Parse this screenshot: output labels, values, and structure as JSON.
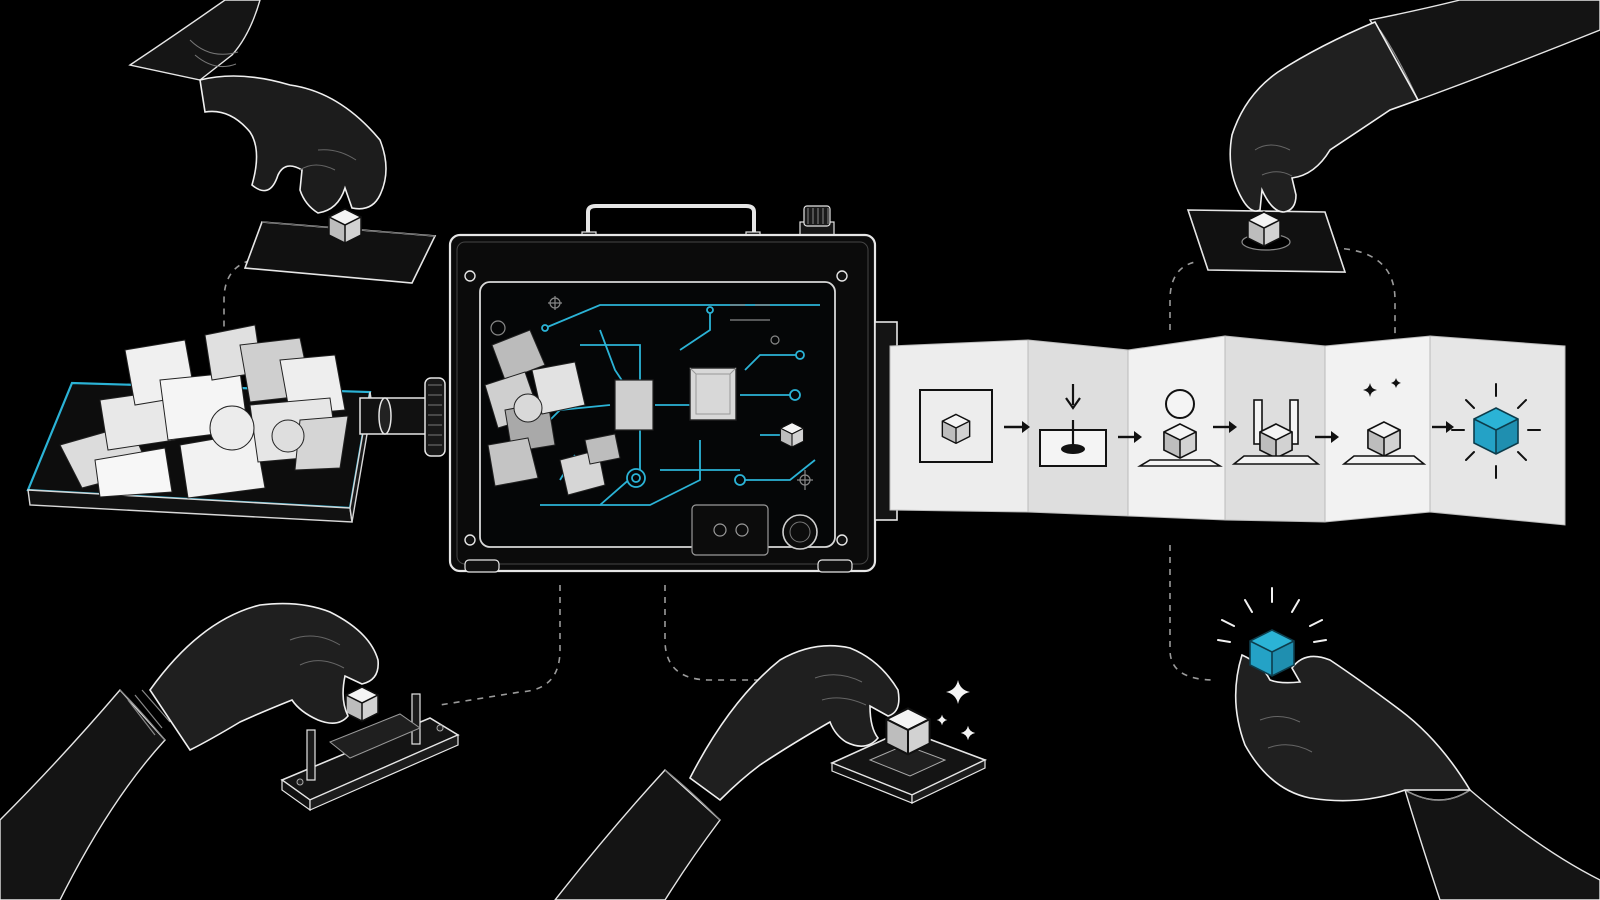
{
  "palette": {
    "background": "#000000",
    "line": "#f2f2f2",
    "line_dim": "#8a8a8a",
    "accent": "#2bb3d6",
    "paper": "#ededed",
    "machine_body": "#0b0b0b",
    "screen": "#050607"
  },
  "icons": [
    "hand-icon",
    "cube-icon",
    "paper-sheet-icon",
    "tray-icon",
    "machine-icon",
    "circuit-icon",
    "gear-icon",
    "arrow-right-icon",
    "sparkle-icon",
    "peg-board-icon",
    "folded-strip-icon"
  ],
  "process_strip": {
    "step_icons": [
      "framed-cube-icon",
      "drop-into-hole-icon",
      "sphere-on-cube-icon",
      "pillars-on-cube-icon",
      "sparkling-cube-icon",
      "glowing-blue-cube-icon"
    ]
  },
  "hands": [
    "hand-top-left-placing-cube",
    "hand-top-right-pressing-cube",
    "hand-bottom-left-stacking-cube",
    "hand-bottom-center-polishing-cube",
    "hand-bottom-right-holding-blue-cube"
  ]
}
